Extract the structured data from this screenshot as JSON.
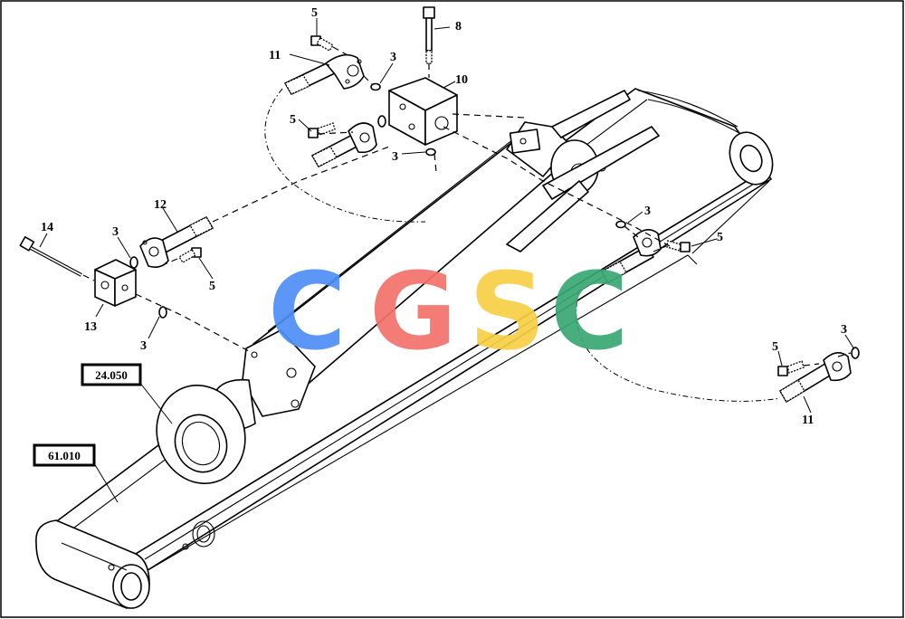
{
  "diagram": {
    "callouts": [
      {
        "id": "c5a",
        "text": "5"
      },
      {
        "id": "c8",
        "text": "8"
      },
      {
        "id": "c11a",
        "text": "11"
      },
      {
        "id": "c3a",
        "text": "3"
      },
      {
        "id": "c10",
        "text": "10"
      },
      {
        "id": "c5b",
        "text": "5"
      },
      {
        "id": "c3b",
        "text": "3"
      },
      {
        "id": "c12",
        "text": "12"
      },
      {
        "id": "c14",
        "text": "14"
      },
      {
        "id": "c3c",
        "text": "3"
      },
      {
        "id": "c5c",
        "text": "5"
      },
      {
        "id": "c13",
        "text": "13"
      },
      {
        "id": "c3d",
        "text": "3"
      },
      {
        "id": "c3e",
        "text": "3"
      },
      {
        "id": "c5d",
        "text": "5"
      },
      {
        "id": "c3f",
        "text": "3"
      },
      {
        "id": "c5e",
        "text": "5"
      },
      {
        "id": "c11b",
        "text": "11"
      }
    ],
    "references": {
      "cylinder": "24.050",
      "arm": "61.010"
    },
    "watermark": {
      "letters": [
        "C",
        "G",
        "S",
        "C"
      ],
      "colors": [
        "#4f8ff7",
        "#f2736b",
        "#f7cf45",
        "#3aa874"
      ]
    }
  }
}
